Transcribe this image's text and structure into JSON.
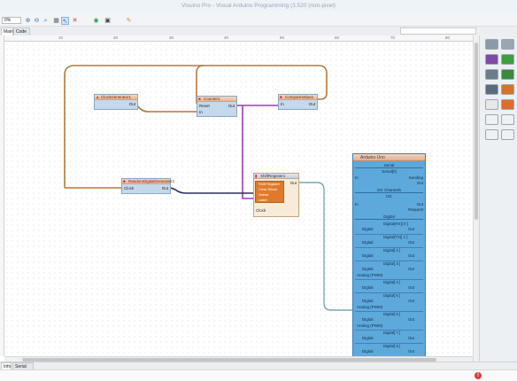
{
  "window": {
    "title": "Visuino Pro - Visual Arduino Programming (3.520 (non-pixel)"
  },
  "toolbar": {
    "zoom_value": "0%",
    "colors": {
      "bg": "#f3f4f6"
    }
  },
  "tabs": [
    {
      "label": "Main"
    },
    {
      "label": "Code"
    }
  ],
  "ruler": {
    "labels": [
      "10",
      "20",
      "30",
      "40",
      "50",
      "60",
      "70",
      "80"
    ]
  },
  "components": {
    "clock_generator": {
      "name": "ClockGenerator1",
      "pins": {
        "out": "Out"
      }
    },
    "counter": {
      "name": "Counter1",
      "pins": {
        "reset": "Reset",
        "in": "In",
        "out": "Out"
      }
    },
    "compare_value": {
      "name": "CompareValue1",
      "pins": {
        "in": "In",
        "out": "Out"
      }
    },
    "random_generator": {
      "name": "RandomDigitalGenerator1",
      "pins": {
        "clock": "Clock",
        "out": "Out"
      }
    },
    "shift_register": {
      "name": "ShiftRegister1",
      "items": [
        "Shift Register",
        "Clear Reset",
        "Sclear",
        "Latch"
      ],
      "pins": {
        "out": "Out",
        "clock": "Clock"
      }
    },
    "arduino": {
      "name": "Arduino Uno",
      "sections": {
        "serial": "Serial",
        "serial_sub": "Serial[0]",
        "channels": "I2C Channels",
        "channels_sub": "I2C",
        "digital": "Digital"
      },
      "serial_pins": {
        "in": "In",
        "sending": "Sending",
        "out": "Out"
      },
      "i2c_pins": {
        "in": "In",
        "out": "Out",
        "request": "Request"
      },
      "digital_rows": [
        {
          "header": "Digital(RX)[ 0 ]",
          "label": "Digital",
          "out": "Out",
          "analog": ""
        },
        {
          "header": "Digital(TX)[ 1 ]",
          "label": "Digital",
          "out": "Out",
          "analog": ""
        },
        {
          "header": "Digital[ 2 ]",
          "label": "Digital",
          "out": "Out",
          "analog": ""
        },
        {
          "header": "Digital[ 3 ]",
          "label": "Digital",
          "out": "Out",
          "analog": "Analog (PWM)"
        },
        {
          "header": "Digital[ 4 ]",
          "label": "Digital",
          "out": "Out",
          "analog": ""
        },
        {
          "header": "Digital[ 5 ]",
          "label": "Digital",
          "out": "Out",
          "analog": "Analog (PWM)"
        },
        {
          "header": "Digital[ 6 ]",
          "label": "Digital",
          "out": "Out",
          "analog": "Analog (PWM)"
        },
        {
          "header": "Digital[ 7 ]",
          "label": "Digital",
          "out": "Out",
          "analog": ""
        },
        {
          "header": "Digital[ 8 ]",
          "label": "Digital",
          "out": "Out",
          "analog": ""
        },
        {
          "header": "Digital[ 9 ]",
          "label": "Digital",
          "out": "Out",
          "analog": ""
        }
      ]
    }
  },
  "bottom_tabs": [
    {
      "label": "Info"
    },
    {
      "label": "Serial"
    }
  ],
  "palette": {
    "icons": [
      "palette-gray-icon",
      "palette-gray2-icon",
      "palette-purple-icon",
      "palette-green-icon",
      "palette-gear-icon",
      "palette-arduino-icon",
      "palette-wave-icon",
      "palette-orange-icon",
      "palette-color-wheel-icon",
      "palette-sun-icon",
      "palette-timer-icon",
      "palette-display-icon",
      "palette-blank-icon",
      "palette-blank2-icon"
    ]
  },
  "colors": {
    "wire_orange": "#b07a3c",
    "wire_purple": "#9b3fae",
    "wire_navy": "#2a2d63",
    "wire_teal": "#7aa6b0",
    "arduino_blue": "#5ea9dc"
  }
}
